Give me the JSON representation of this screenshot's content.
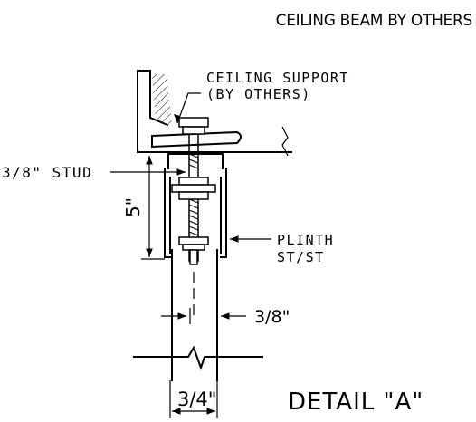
{
  "labels": {
    "ceiling_beam": "CEILING BEAM BY OTHERS",
    "ceiling_support_line1": "CEILING SUPPORT",
    "ceiling_support_line2": "(BY OTHERS)",
    "stud": "3/8\" STUD",
    "height_dim": "5\"",
    "plinth_line1": "PLINTH",
    "plinth_line2": "ST/ST",
    "gap_dim": "3/8\"",
    "width_dim": "3/4\"",
    "detail_title": "DETAIL \"A\""
  }
}
